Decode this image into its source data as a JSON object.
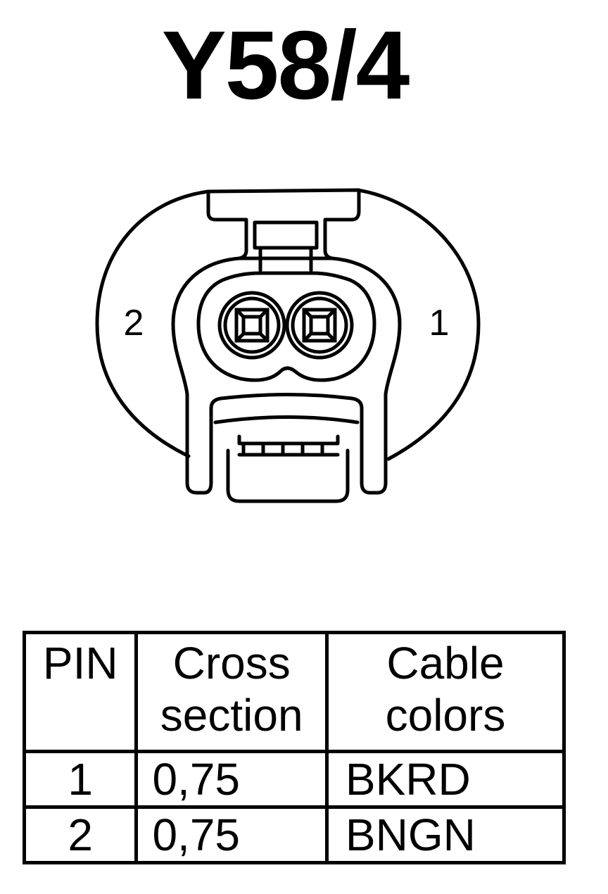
{
  "title": "Y58/4",
  "connector": {
    "pin_labels": {
      "left": "2",
      "right": "1"
    },
    "icons": [
      "connector-housing-icon",
      "terminal-icon"
    ]
  },
  "table": {
    "headers": [
      {
        "line1": "PIN",
        "line2": ""
      },
      {
        "line1": "Cross",
        "line2": "section"
      },
      {
        "line1": "Cable",
        "line2": "colors"
      }
    ],
    "rows": [
      {
        "pin": "1",
        "cross_section": "0,75",
        "cable_color": "BKRD"
      },
      {
        "pin": "2",
        "cross_section": "0,75",
        "cable_color": "BNGN"
      }
    ]
  },
  "colors": {
    "ink": "#000000",
    "paper": "#ffffff"
  }
}
